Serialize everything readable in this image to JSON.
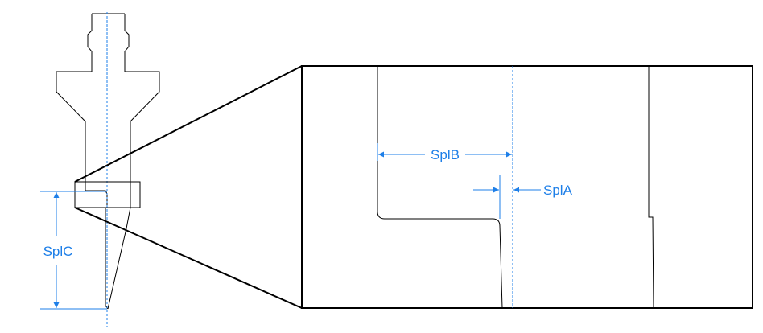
{
  "diagram": {
    "labels": {
      "spl_a": "SplA",
      "spl_b": "SplB",
      "spl_c": "SplC"
    },
    "colors": {
      "outline": "#000000",
      "dimension": "#1e7fe8",
      "background": "#ffffff"
    }
  }
}
